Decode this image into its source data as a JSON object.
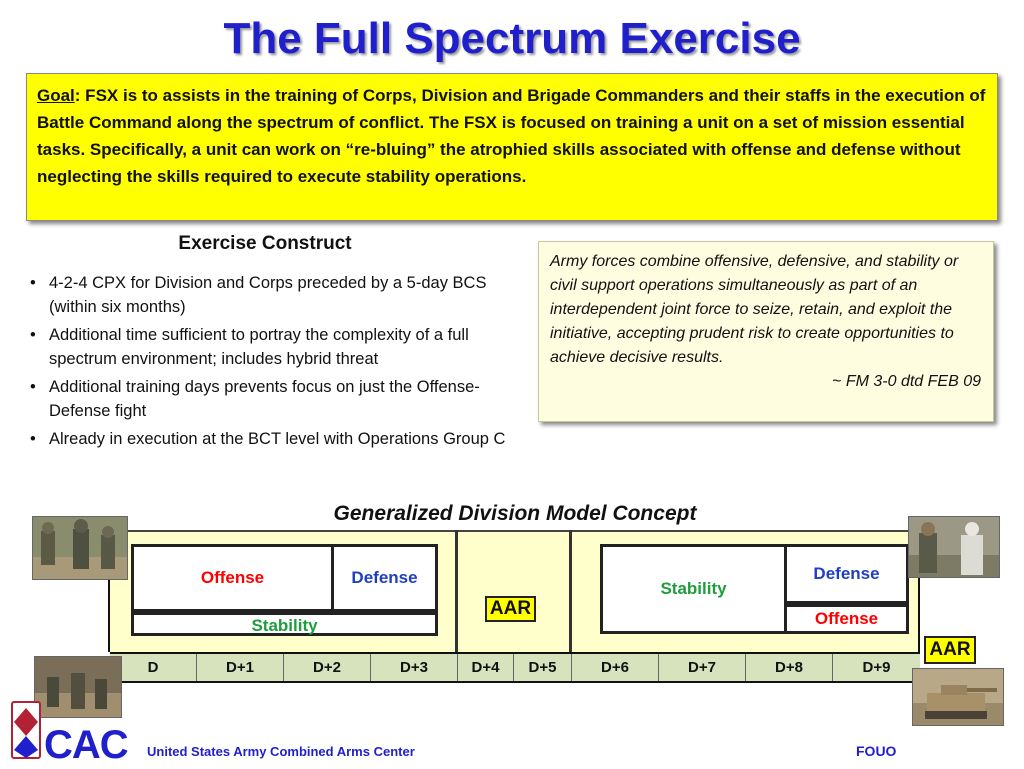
{
  "title": "The Full Spectrum Exercise",
  "goal": {
    "label": "Goal",
    "text": ": FSX is to assists in the training of Corps, Division and Brigade Commanders and their staffs in the execution of Battle Command along the spectrum of conflict. The FSX is focused on training a unit on a set of mission essential tasks.  Specifically, a unit can work on “re-bluing” the atrophied skills associated with offense and defense without neglecting the skills required to execute stability operations."
  },
  "exercise_construct": {
    "title": "Exercise Construct",
    "bullets": [
      "4-2-4 CPX for Division and Corps preceded by a 5-day BCS (within six months)",
      "Additional time sufficient to portray the complexity of a full spectrum environment; includes hybrid threat",
      "Additional training days prevents focus on just the Offense-Defense fight",
      "Already in execution at the BCT level with Operations Group C"
    ]
  },
  "quote": {
    "text": "Army forces combine offensive, defensive, and stability or civil support operations simultaneously as part of an  interdependent joint force to seize, retain, and exploit the initiative, accepting prudent risk to create opportunities to achieve decisive results.",
    "citation": "~ FM 3-0 dtd FEB 09"
  },
  "model": {
    "title": "Generalized Division Model Concept",
    "phase1": {
      "offense": "Offense",
      "defense": "Defense",
      "stability": "Stability"
    },
    "aar_mid": "AAR",
    "phase2": {
      "stability": "Stability",
      "defense": "Defense",
      "offense": "Offense"
    },
    "aar_end": "AAR",
    "days": [
      "D",
      "D+1",
      "D+2",
      "D+3",
      "D+4",
      "D+5",
      "D+6",
      "D+7",
      "D+8",
      "D+9"
    ]
  },
  "footer": {
    "logo_text": "CAC",
    "organization": "United States Army Combined Arms Center",
    "marking": "FOUO"
  },
  "colors": {
    "title_blue": "#1f1fcc",
    "goal_bg": "#ffff00",
    "offense_red": "#ff0000",
    "defense_blue": "#1f3fbf",
    "stability_green": "#1e9e3c",
    "timeline_bg": "#d6e3bc",
    "panel_bg": "#ffffcc"
  },
  "images": [
    "soldiers-photo",
    "civil-engagement-photo",
    "patrol-photo",
    "tank-photo"
  ]
}
